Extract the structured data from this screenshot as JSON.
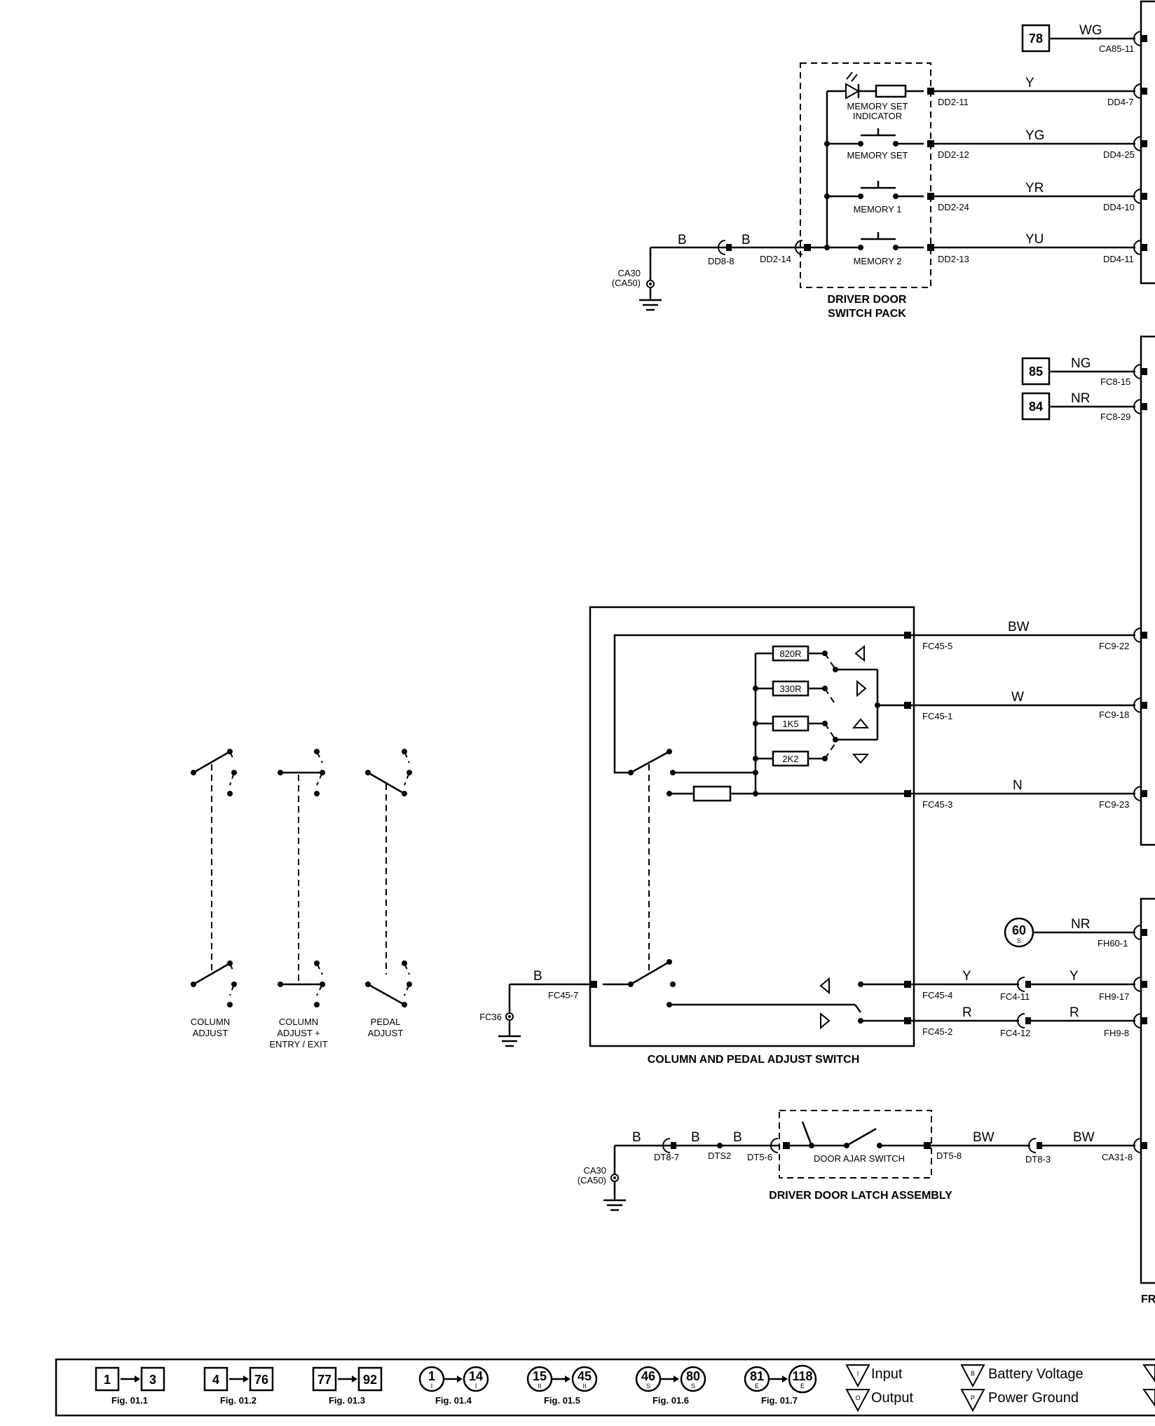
{
  "wires": {
    "wg": "WG",
    "y": "Y",
    "yg": "YG",
    "yr": "YR",
    "yu": "YU",
    "b1": "B",
    "b2": "B",
    "ng": "NG",
    "nr": "NR",
    "bw": "BW",
    "w": "W",
    "n": "N",
    "nr2": "NR",
    "y2a": "Y",
    "y2b": "Y",
    "r2a": "R",
    "r2b": "R",
    "b_fc": "B",
    "b_dt1": "B",
    "b_dt2": "B",
    "b_dt3": "B",
    "bw2a": "BW",
    "bw2b": "BW"
  },
  "connectors": {
    "ca85_11": "CA85-11",
    "dd2_11": "DD2-11",
    "dd4_7": "DD4-7",
    "dd2_12": "DD2-12",
    "dd4_25": "DD4-25",
    "dd2_24": "DD2-24",
    "dd4_10": "DD4-10",
    "dd2_13": "DD2-13",
    "dd4_11": "DD4-11",
    "dd2_14": "DD2-14",
    "dd8_8": "DD8-8",
    "fc8_15": "FC8-15",
    "fc8_29": "FC8-29",
    "fc45_5": "FC45-5",
    "fc9_22": "FC9-22",
    "fc45_1": "FC45-1",
    "fc9_18": "FC9-18",
    "fc45_3": "FC45-3",
    "fc9_23": "FC9-23",
    "fh60_1": "FH60-1",
    "fc45_4": "FC45-4",
    "fc4_11": "FC4-11",
    "fh9_17": "FH9-17",
    "fc45_2": "FC45-2",
    "fc4_12": "FC4-12",
    "fh9_8": "FH9-8",
    "fc45_7": "FC45-7",
    "fc36": "FC36",
    "dt8_7": "DT8-7",
    "dts2": "DTS2",
    "dt5_6": "DT5-6",
    "dt5_8": "DT5-8",
    "dt8_3": "DT8-3",
    "ca31_8": "CA31-8"
  },
  "grounds": {
    "g1a": "CA30",
    "g1b": "(CA50)",
    "g3a": "CA30",
    "g3b": "(CA50)"
  },
  "refs": {
    "r78": "78",
    "r85": "85",
    "r84": "84",
    "r60": "60",
    "r60s": "S"
  },
  "labels": {
    "mem_set_ind_1": "MEMORY SET",
    "mem_set_ind_2": "INDICATOR",
    "mem_set": "MEMORY SET",
    "mem1": "MEMORY 1",
    "mem2": "MEMORY 2",
    "driver_door_switch_pack_1": "DRIVER DOOR",
    "driver_door_switch_pack_2": "SWITCH PACK",
    "col_pedal_switch": "COLUMN AND PEDAL ADJUST SWITCH",
    "res_820": "820R",
    "res_330": "330R",
    "res_1k5": "1K5",
    "res_2k2": "2K2",
    "col_adj_1": "COLUMN",
    "col_adj_2": "ADJUST",
    "col_entry_1": "COLUMN",
    "col_entry_2": "ADJUST +",
    "col_entry_3": "ENTRY / EXIT",
    "pedal_1": "PEDAL",
    "pedal_2": "ADJUST",
    "door_ajar": "DOOR AJAR SWITCH",
    "latch_assembly": "DRIVER DOOR LATCH ASSEMBLY",
    "page_edge": "FR"
  },
  "legend": {
    "groups": [
      {
        "from": "1",
        "to": "3",
        "fig": "Fig. 01.1"
      },
      {
        "from": "4",
        "to": "76",
        "fig": "Fig. 01.2"
      },
      {
        "from": "77",
        "to": "92",
        "fig": "Fig. 01.3"
      },
      {
        "from": "1",
        "to": "14",
        "sub": "I",
        "fig": "Fig. 01.4"
      },
      {
        "from": "15",
        "to": "45",
        "sub": "II",
        "fig": "Fig. 01.5"
      },
      {
        "from": "46",
        "to": "80",
        "sub": "S",
        "fig": "Fig. 01.6"
      },
      {
        "from": "81",
        "to": "118",
        "sub": "E",
        "fig": "Fig. 01.7"
      }
    ],
    "input": "Input",
    "output": "Output",
    "input_sym": "I",
    "output_sym": "O",
    "battery": "Battery Voltage",
    "ground": "Power Ground",
    "battery_sym": "B",
    "ground_sym": "P"
  }
}
